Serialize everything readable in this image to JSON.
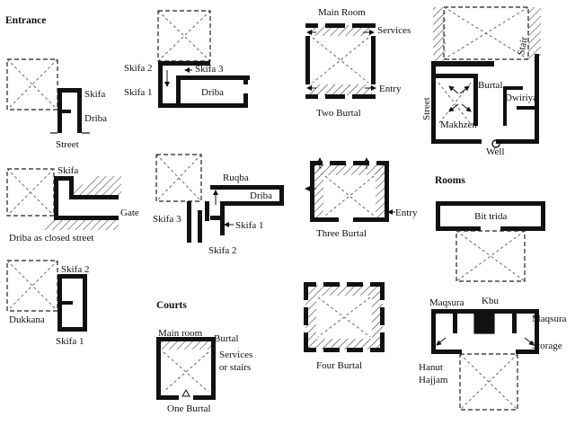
{
  "headings": {
    "entrance": "Entrance",
    "courts": "Courts",
    "rooms": "Rooms"
  },
  "labels": {
    "skifa_a": "Skifa",
    "dribaa_a": "Driba",
    "street_a": "Street",
    "skifa_b": "Skifa",
    "gate": "Gate",
    "driba_closed": "Driba as closed street",
    "skifa2_c": "Skifa 2",
    "dukkana": "Dukkana",
    "skifa1_c": "Skifa 1",
    "skifa2_d": "Skifa 2",
    "skifa3_d": "Skifa 3",
    "skifa1_d": "Skifa 1",
    "driba_d": "Driba",
    "ruqba": "Ruqba",
    "driba_e": "Driba",
    "skifa3_e": "Skifa 3",
    "skifa1_e": "Skifa 1",
    "skifa2_e": "Skifa 2",
    "main_room_f": "Main room",
    "burtal_f": "Burtal",
    "services_f": "Services",
    "or_stairs": "or stairs",
    "one_burtal": "One Burtal",
    "main_room_g": "Main Room",
    "services_g": "Services",
    "entry_g": "Entry",
    "two_burtal": "Two Burtal",
    "entry_h": "Entry",
    "three_burtal": "Three Burtal",
    "four_burtal": "Four Burtal",
    "street_i": "Street",
    "burtal_i": "Burtal",
    "dwiriya": "Dwiriya",
    "makhzen": "Makhzen",
    "well": "Well",
    "stair": "Stair",
    "bit_trida": "Bit trida",
    "maqsura_l": "Maqsura",
    "kbu": "Kbu",
    "maqsura_r": "Maqsura",
    "storage": "Storage",
    "hanut": "Hanut",
    "hajjam": "Hajjam"
  }
}
